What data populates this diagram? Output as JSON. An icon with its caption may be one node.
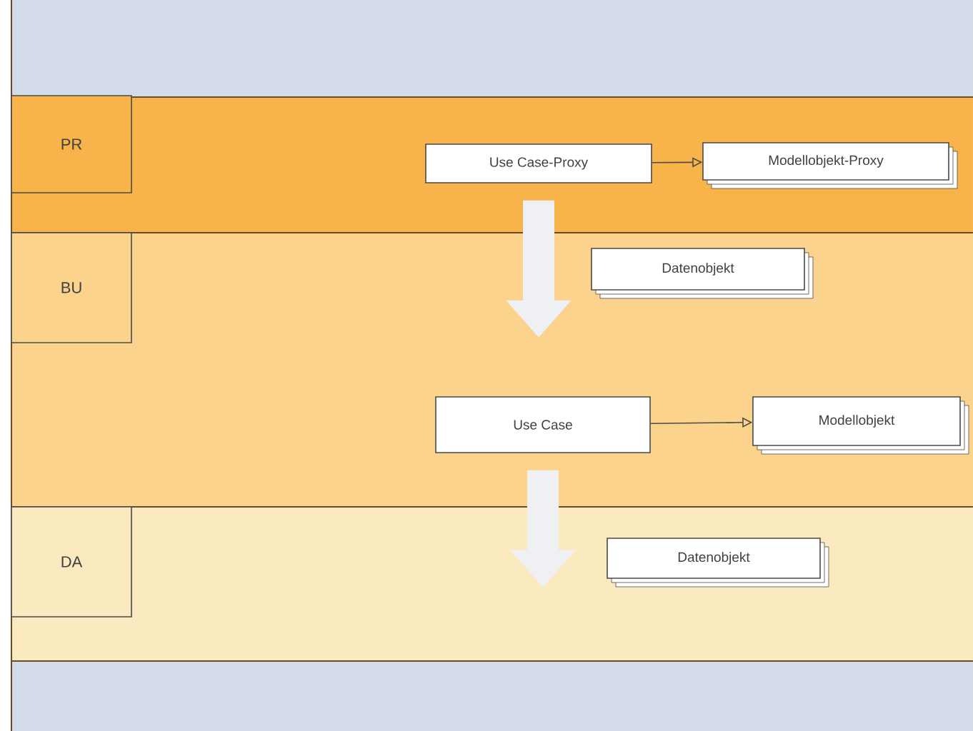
{
  "diagram": {
    "nodes": [
      {
        "text": [
          "PR"
        ]
      },
      {
        "text": [
          "BU"
        ]
      },
      {
        "text": [
          "DA"
        ]
      },
      {
        "text": [
          "Use Case-Proxy"
        ]
      },
      {
        "text": [
          "Modellobjekt-Proxy"
        ]
      },
      {
        "text": [
          "Datenobjekt"
        ]
      },
      {
        "text": [
          "Use Case"
        ]
      },
      {
        "text": [
          "Modellobjekt"
        ]
      },
      {
        "text": [
          "Datenobjekt"
        ]
      }
    ],
    "edges": [
      {
        "from": 3,
        "to": 4,
        "arrow": "to"
      },
      {
        "from": 6,
        "to": 7,
        "arrow": "to"
      },
      {
        "from": 3,
        "to": null,
        "arrow": "to",
        "style": "thick",
        "color": "#eef0f3"
      },
      {
        "from": 6,
        "to": null,
        "arrow": "to",
        "style": "thick",
        "color": "#eef0f3"
      }
    ]
  }
}
